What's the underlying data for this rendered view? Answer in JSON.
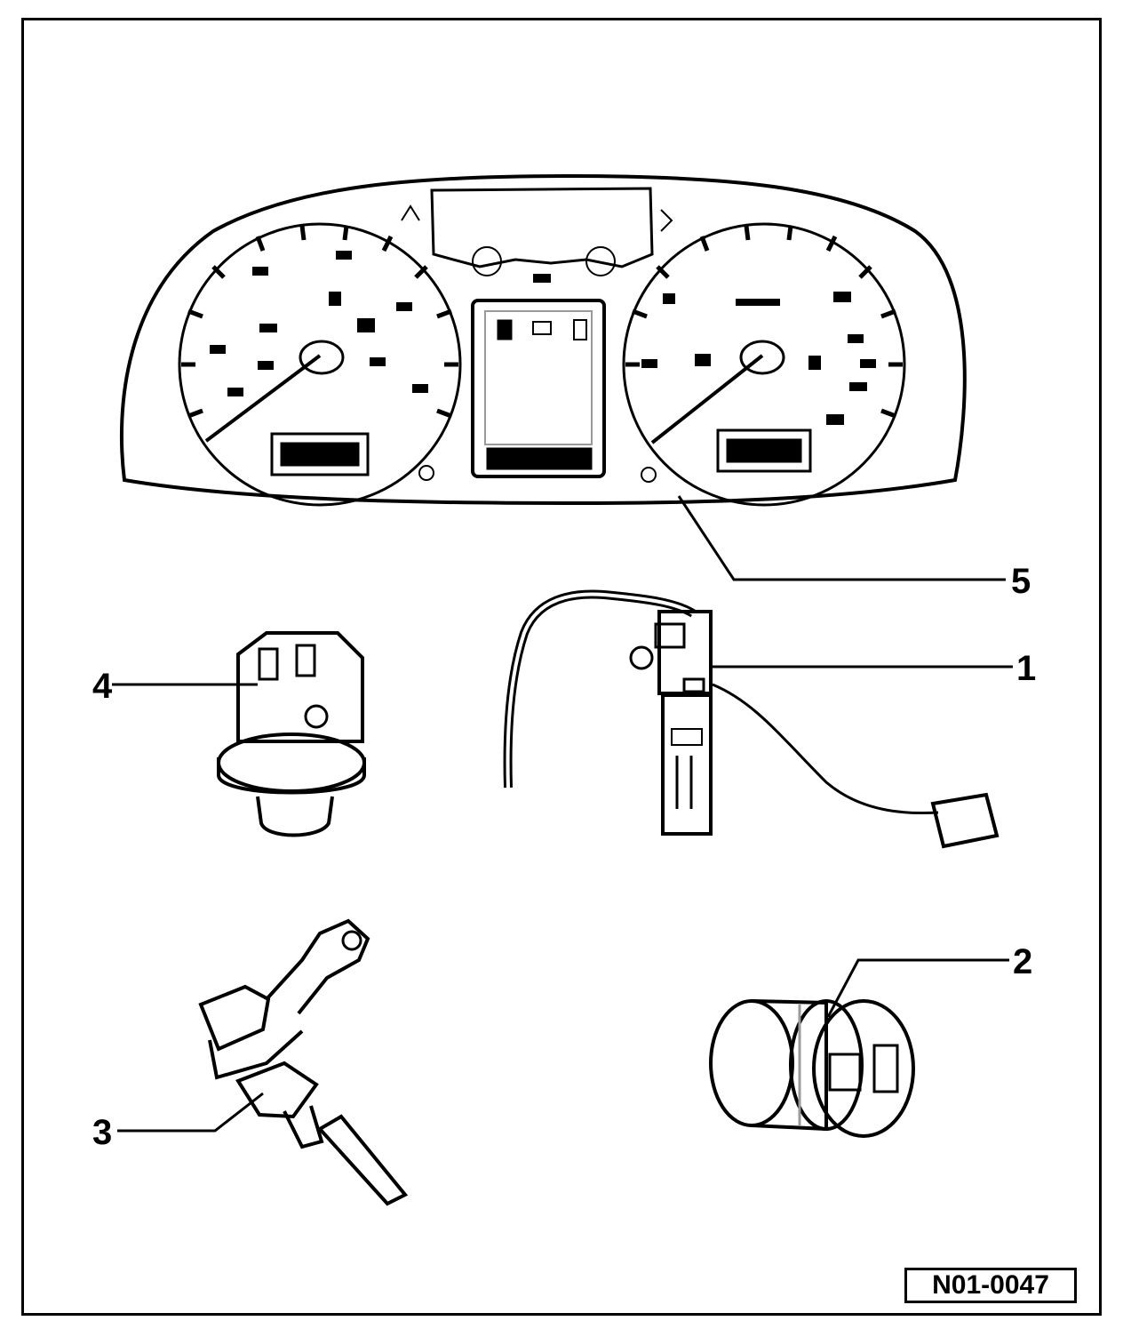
{
  "figure": {
    "reference": "N01-0047",
    "callouts": {
      "c1": "1",
      "c2": "2",
      "c3": "3",
      "c4": "4",
      "c5": "5"
    },
    "colors": {
      "line": "#000000",
      "grey": "#9a9a9a",
      "background": "#ffffff"
    }
  }
}
